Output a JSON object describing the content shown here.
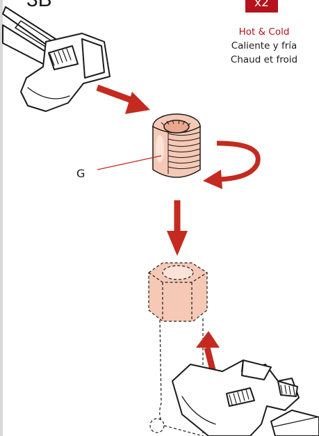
{
  "step_label": "3B",
  "quantity_badge": "x2",
  "labels": {
    "en": "Hot & Cold",
    "es": "Caliente y fría",
    "fr": "Chaud et froid"
  },
  "callout": "G",
  "colors": {
    "accent_red": "#b5121b",
    "part_fill": "#f6c9b6",
    "line": "#1a1a1a"
  },
  "icons": [
    "wrench-icon",
    "threaded-insert-icon",
    "rotate-arrow-icon",
    "hex-stem-icon"
  ]
}
